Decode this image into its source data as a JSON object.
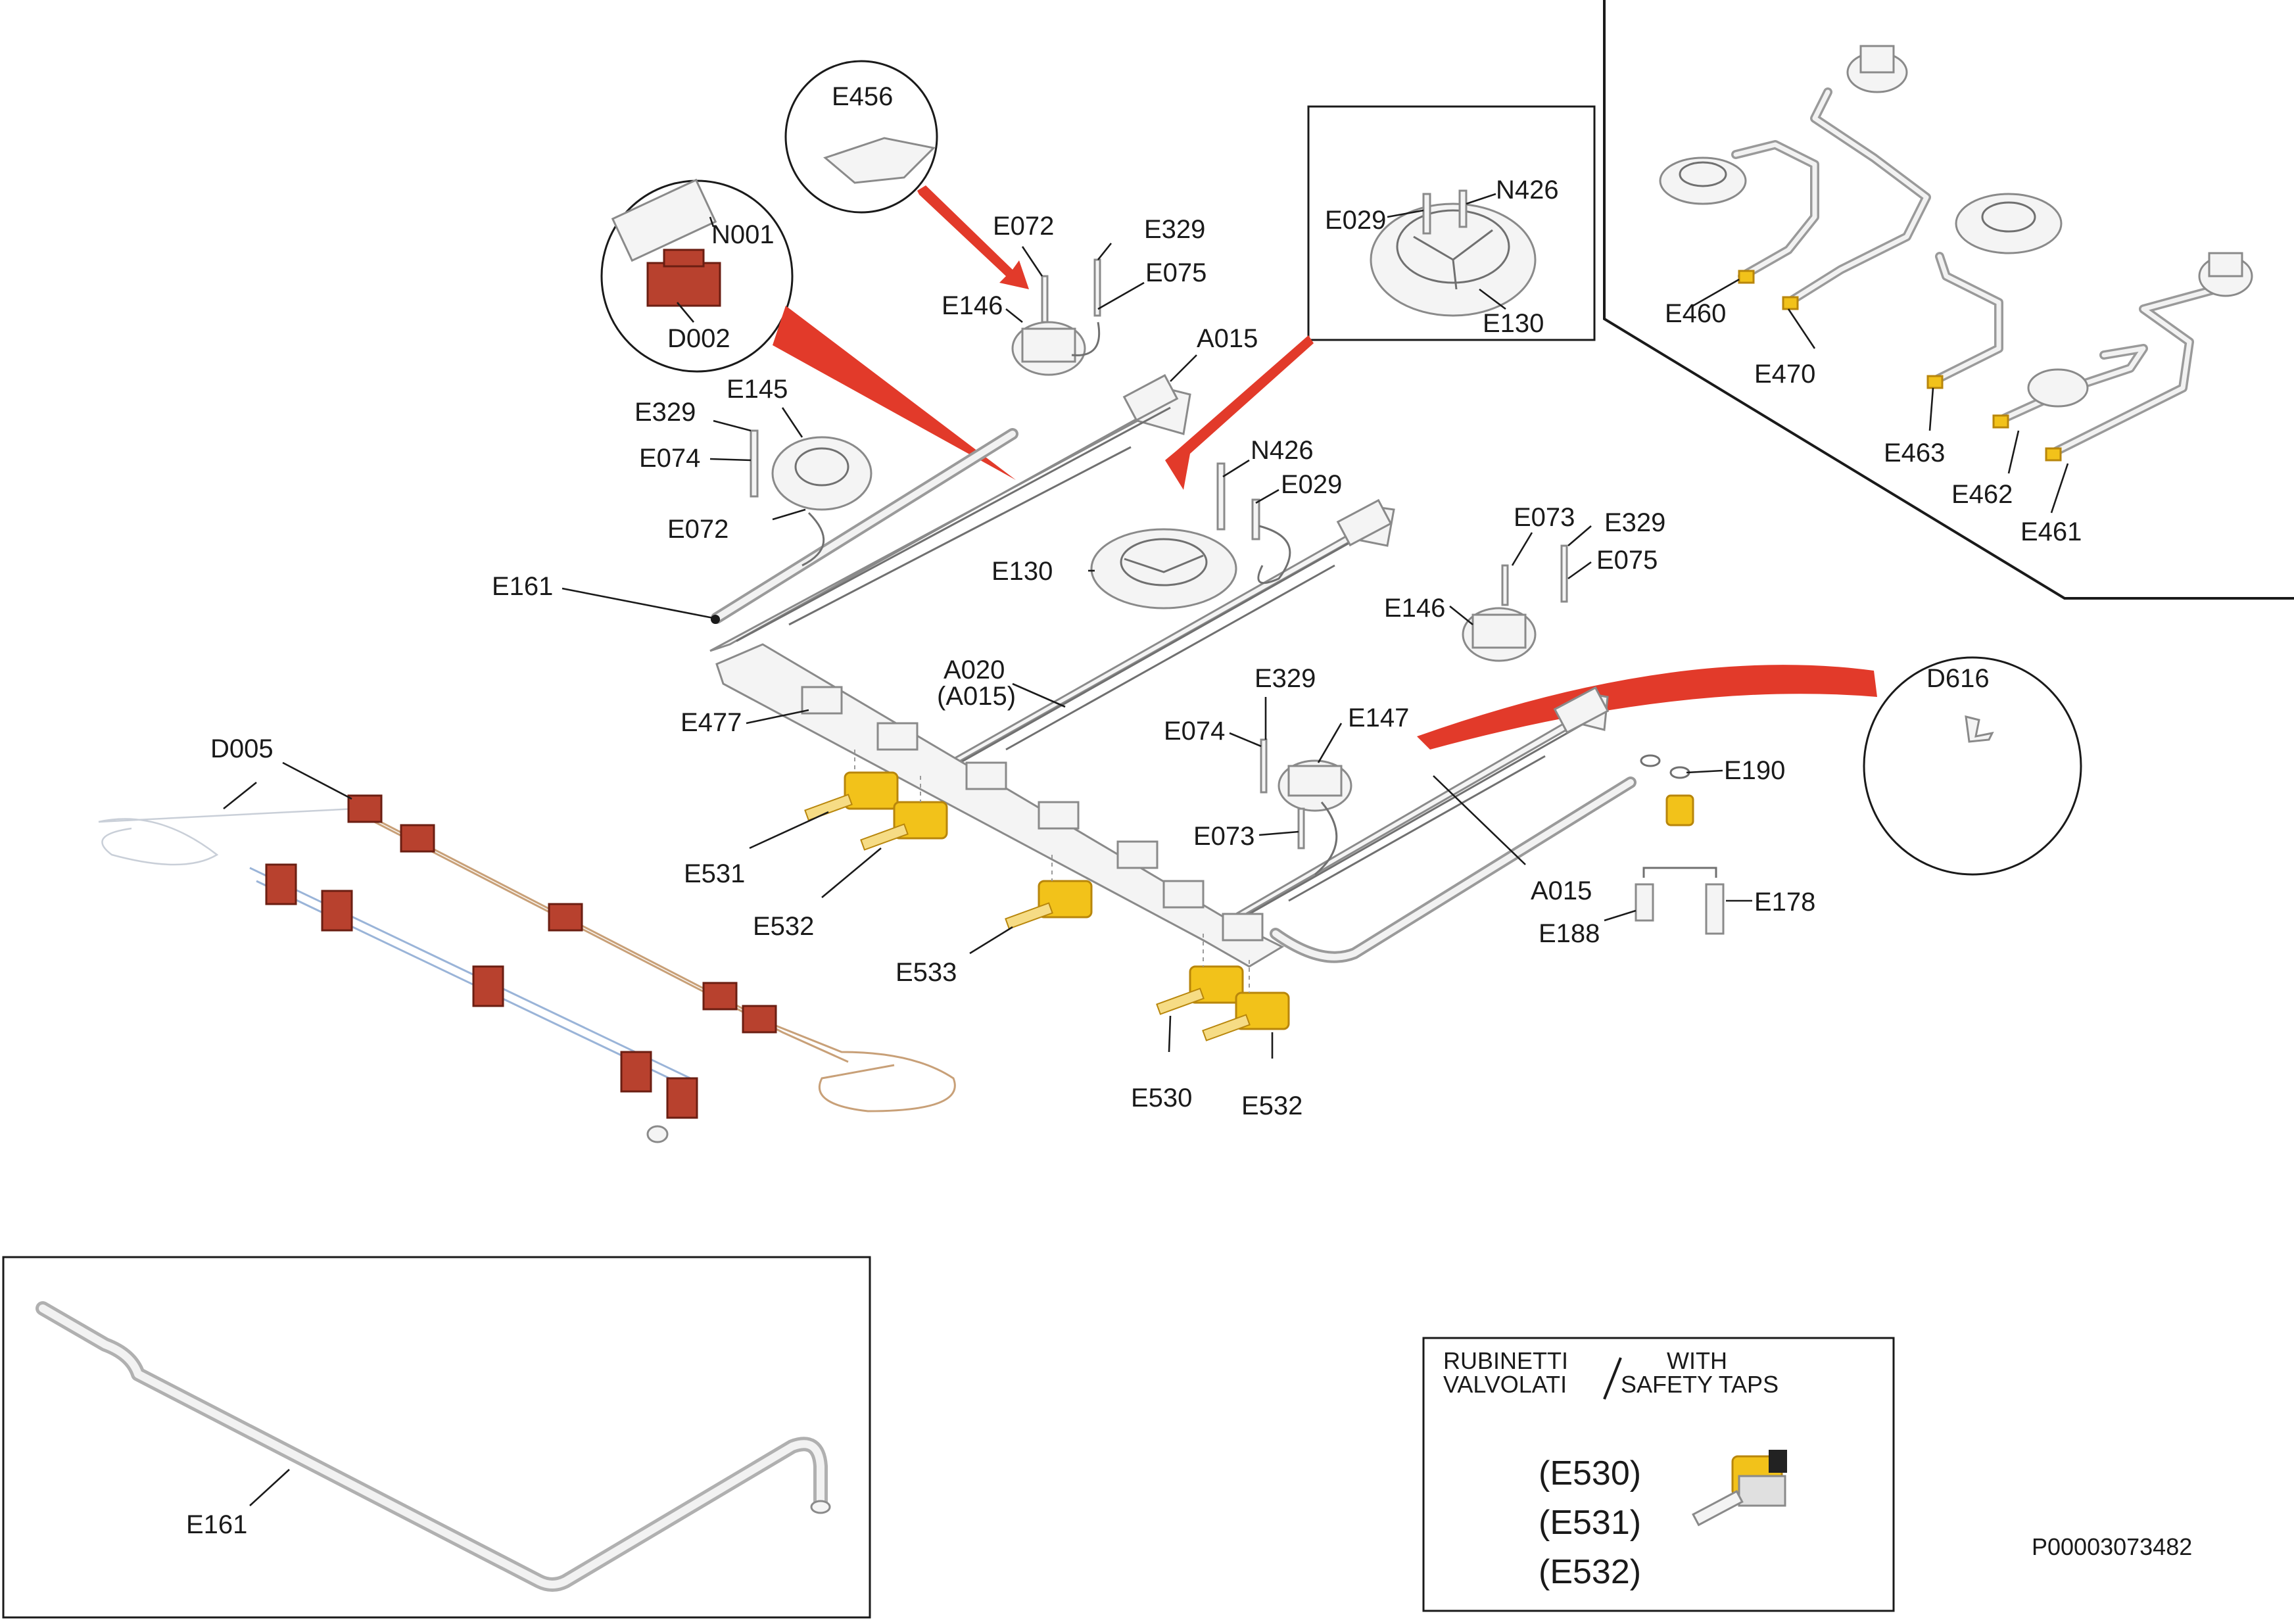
{
  "labels": {
    "E456": "E456",
    "N001": "N001",
    "D002": "D002",
    "E072_top": "E072",
    "E329_top": "E329",
    "E075_top": "E075",
    "E146_top": "E146",
    "A015_top": "A015",
    "E029_inset": "E029",
    "N426_inset": "N426",
    "E130_inset": "E130",
    "E329_left": "E329",
    "E145": "E145",
    "E074_left": "E074",
    "E072_left": "E072",
    "N426_mid": "N426",
    "E029_mid": "E029",
    "E130_mid": "E130",
    "E161_main": "E161",
    "E073_right": "E073",
    "E329_right": "E329",
    "E075_right": "E075",
    "E146_right": "E146",
    "A020": "A020",
    "A015_paren": "(A015)",
    "E477": "E477",
    "E329_mid": "E329",
    "E147": "E147",
    "E074_mid": "E074",
    "D616": "D616",
    "D005": "D005",
    "E190": "E190",
    "E531": "E531",
    "E532_a": "E532",
    "E073_mid": "E073",
    "A015_bottom": "A015",
    "E178": "E178",
    "E188": "E188",
    "E533": "E533",
    "E530": "E530",
    "E532_b": "E532",
    "E460": "E460",
    "E470": "E470",
    "E463": "E463",
    "E462": "E462",
    "E461": "E461",
    "E161_inset": "E161"
  },
  "legend": {
    "left_line1": "RUBINETTI",
    "left_line2": "VALVOLATI",
    "right_line1": "WITH",
    "right_line2": "SAFETY TAPS",
    "item1": "(E530)",
    "item2": "(E531)",
    "item3": "(E532)"
  },
  "drawing_number": "P00003073482",
  "colors": {
    "callout_arrow": "#e23a2a",
    "gas_tap": "#f2c21a",
    "connector_block": "#b8412e"
  }
}
